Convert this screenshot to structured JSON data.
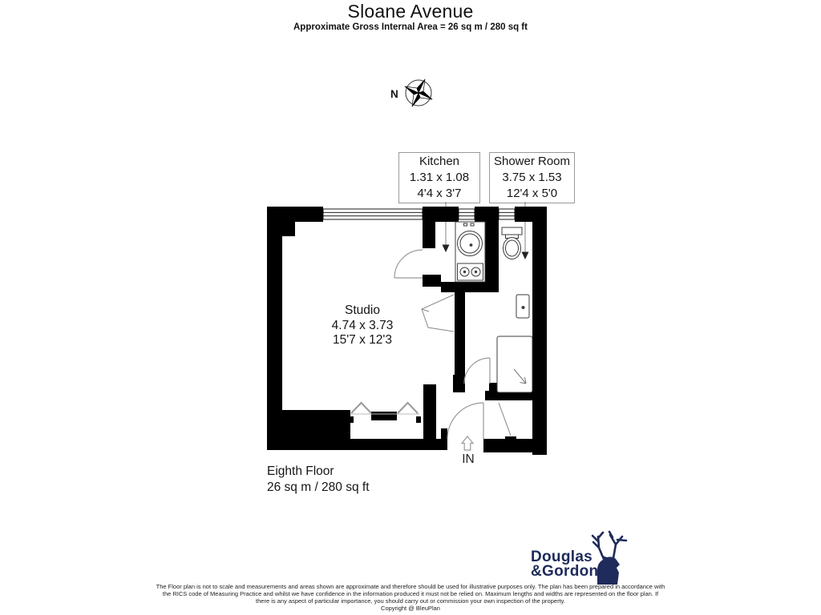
{
  "header": {
    "title": "Sloane Avenue",
    "subtitle": "Approximate Gross Internal Area = 26 sq m / 280 sq ft"
  },
  "compass": {
    "north_label": "N"
  },
  "room_labels": {
    "kitchen": {
      "name": "Kitchen",
      "metric": "1.31 x 1.08",
      "imperial": "4'4 x 3'7"
    },
    "shower_room": {
      "name": "Shower Room",
      "metric": "3.75 x 1.53",
      "imperial": "12'4 x 5'0"
    }
  },
  "plan": {
    "studio": {
      "name": "Studio",
      "metric": "4.74 x 3.73",
      "imperial": "15'7 x 12'3"
    },
    "entrance_label": "IN"
  },
  "floor_info": {
    "floor_name": "Eighth Floor",
    "area": "26 sq m / 280 sq ft"
  },
  "logo": {
    "line1": "Douglas",
    "line2": "&Gordon",
    "brand_color": "#1f2b5b"
  },
  "disclaimer": {
    "lines": [
      "The Floor plan is not to scale and measurements and areas shown are approximate and therefore should be used for illustrative purposes only. The plan has been prepared in accordance with",
      "the RICS code of Measuring Practice and whilst we have confidence in the information produced it must not be relied on. Maximum lengths and widths are represented on the floor plan. If",
      "there is any aspect of particular importance, you should carry out or commission your own inspection of the property.",
      "Copyright @ BleuPlan"
    ]
  },
  "palette": {
    "wall_color": "#000000",
    "fixture_line": "#3d3d3d",
    "door_line": "#999999"
  }
}
